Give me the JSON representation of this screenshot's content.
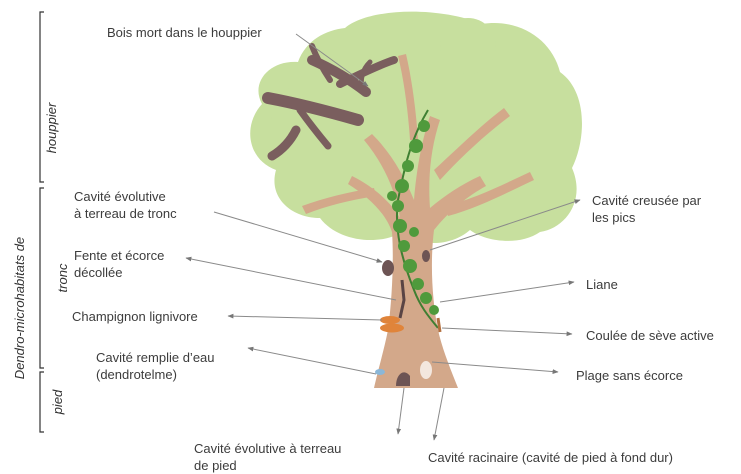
{
  "sections": {
    "houppier": "houppier",
    "tronc": "tronc",
    "pied": "pied",
    "group": "Dendro-microhabitats de"
  },
  "labels": {
    "bois_mort": "Bois mort dans le houppier",
    "cavite_tronc_1": "Cavité évolutive",
    "cavite_tronc_2": "à terreau de tronc",
    "fente_1": "Fente et écorce",
    "fente_2": "décollée",
    "champignon": "Champignon lignivore",
    "cavite_eau_1": "Cavité remplie d’eau",
    "cavite_eau_2": "(dendrotelme)",
    "cavite_pied_1": "Cavité évolutive à terreau",
    "cavite_pied_2": "de pied",
    "cavite_pics_1": "Cavité creusée par",
    "cavite_pics_2": "les pics",
    "liane": "Liane",
    "coulee": "Coulée de sève active",
    "plage": "Plage sans écorce",
    "cavite_racinaire": "Cavité racinaire (cavité de pied à fond dur)"
  },
  "colors": {
    "foliage": "#c7df9e",
    "trunk": "#d3a88a",
    "deadwood": "#7a5e5e",
    "ivy": "#4f9a3c",
    "fungus": "#e0843a",
    "arrow": "#8a8a8a"
  }
}
